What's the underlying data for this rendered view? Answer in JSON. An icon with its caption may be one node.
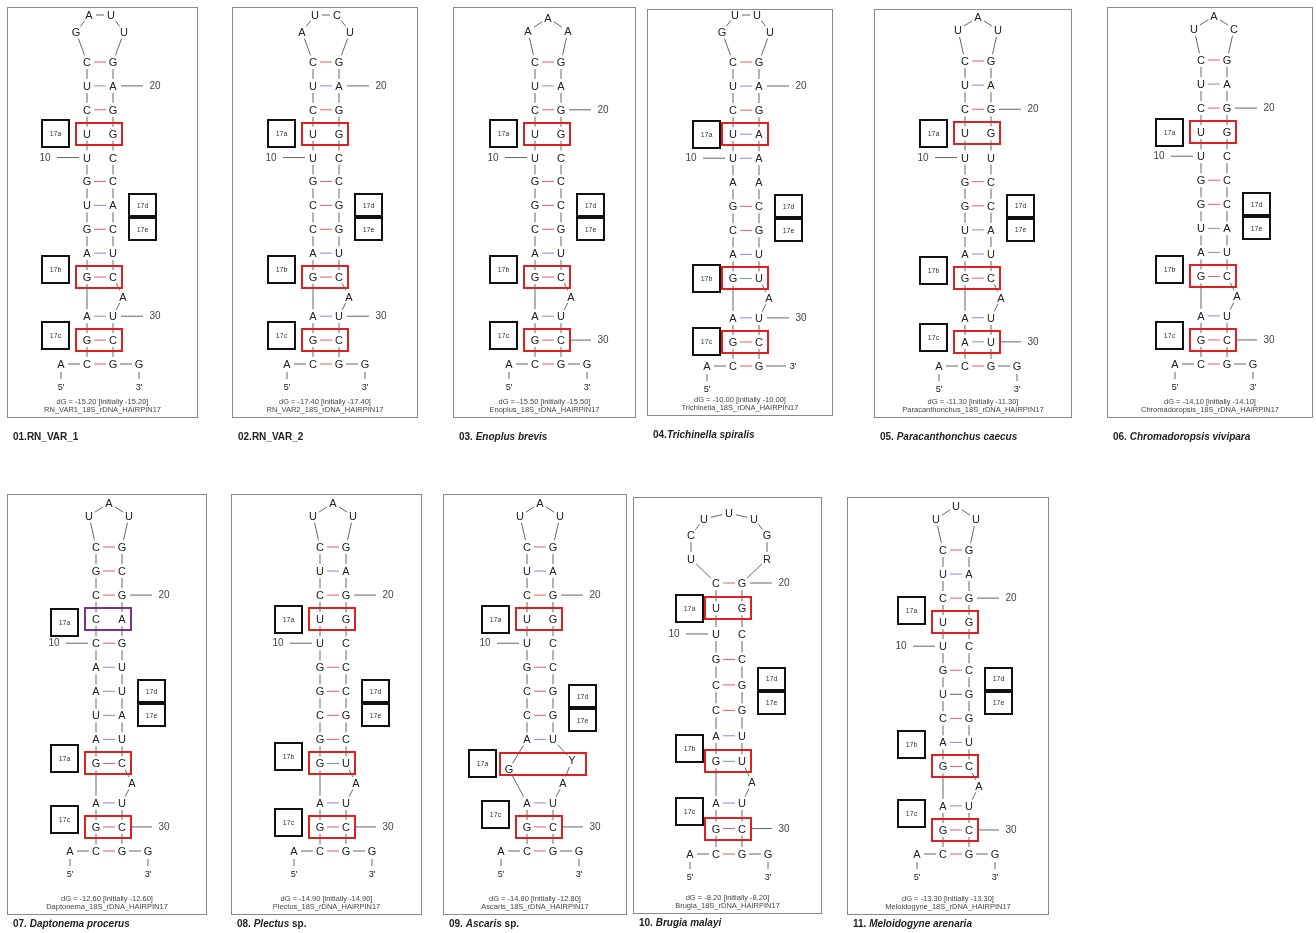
{
  "diagram": {
    "nodes": [
      {
        "text": [
          "dG = -15.20 [initially -15.20] RN_VAR1_18S_rDNA_HAIRPIN17",
          "01.RN_VAR_1"
        ]
      },
      {
        "text": [
          "17a"
        ],
        "in": 0
      },
      {
        "text": [
          "U",
          "G"
        ],
        "in": 0
      },
      {
        "text": [
          "17d"
        ],
        "in": 0
      },
      {
        "text": [
          "17e"
        ],
        "in": 0
      },
      {
        "text": [
          "17b"
        ],
        "in": 0
      },
      {
        "text": [
          "G",
          "C"
        ],
        "in": 0
      },
      {
        "text": [
          "17c"
        ],
        "in": 0
      },
      {
        "text": [
          "G",
          "C"
        ],
        "in": 0
      },
      {
        "text": [
          "dG = -17.40 [initially -17.40] RN_VAR2_18S_rDNA_HAIRPIN17",
          "02.RN_VAR_2"
        ]
      },
      {
        "text": [
          "17a"
        ],
        "in": 9
      },
      {
        "text": [
          "U",
          "G"
        ],
        "in": 9
      },
      {
        "text": [
          "17d"
        ],
        "in": 9
      },
      {
        "text": [
          "17e"
        ],
        "in": 9
      },
      {
        "text": [
          "17b"
        ],
        "in": 9
      },
      {
        "text": [
          "G",
          "C"
        ],
        "in": 9
      },
      {
        "text": [
          "17c"
        ],
        "in": 9
      },
      {
        "text": [
          "G",
          "C"
        ],
        "in": 9
      },
      {
        "text": [
          "dG = -15.50 [initially -15.50] Enoplus_18S_rDNA_HAIRPIN17",
          "03. *Enoplus brevis*"
        ]
      },
      {
        "text": [
          "17a"
        ],
        "in": 18
      },
      {
        "text": [
          "U",
          "G"
        ],
        "in": 18
      },
      {
        "text": [
          "17d"
        ],
        "in": 18
      },
      {
        "text": [
          "17e"
        ],
        "in": 18
      },
      {
        "text": [
          "17b"
        ],
        "in": 18
      },
      {
        "text": [
          "G",
          "C"
        ],
        "in": 18
      },
      {
        "text": [
          "17c"
        ],
        "in": 18
      },
      {
        "text": [
          "G",
          "C"
        ],
        "in": 18
      },
      {
        "text": [
          "dG = -10.00 [initially -10.00] Trichinella_18S_rDNA_HAIRPIN17",
          "04.*Trichinella spiralis*"
        ]
      },
      {
        "text": [
          "17a"
        ],
        "in": 27
      },
      {
        "text": [
          "U",
          "A"
        ],
        "in": 27
      },
      {
        "text": [
          "17d"
        ],
        "in": 27
      },
      {
        "text": [
          "17e"
        ],
        "in": 27
      },
      {
        "text": [
          "17b"
        ],
        "in": 27
      },
      {
        "text": [
          "G",
          "U"
        ],
        "in": 27
      },
      {
        "text": [
          "17c"
        ],
        "in": 27
      },
      {
        "text": [
          "G",
          "C"
        ],
        "in": 27
      },
      {
        "text": [
          "dG = -11.30 [initially -11.30] Paracanthonchus_18S_rDNA_HAIRPIN17",
          "05. *Paracanthonchus caecus*"
        ]
      },
      {
        "text": [
          "17a"
        ],
        "in": 36
      },
      {
        "text": [
          "U",
          "G"
        ],
        "in": 36
      },
      {
        "text": [
          "17d"
        ],
        "in": 36
      },
      {
        "text": [
          "17e"
        ],
        "in": 36
      },
      {
        "text": [
          "17b"
        ],
        "in": 36
      },
      {
        "text": [
          "G",
          "C"
        ],
        "in": 36
      },
      {
        "text": [
          "17c"
        ],
        "in": 36
      },
      {
        "text": [
          "A",
          "U"
        ],
        "in": 36
      },
      {
        "text": [
          "dG = -14.10 [initially -14.10] Chromadoropsis_18S_rDNA_HAIRPIN17",
          "06. *Chromadoropsis vivipara*"
        ]
      },
      {
        "text": [
          "17a"
        ],
        "in": 45
      },
      {
        "text": [
          "U",
          "G"
        ],
        "in": 45
      },
      {
        "text": [
          "17d"
        ],
        "in": 45
      },
      {
        "text": [
          "17e"
        ],
        "in": 45
      },
      {
        "text": [
          "17b"
        ],
        "in": 45
      },
      {
        "text": [
          "G",
          "C"
        ],
        "in": 45
      },
      {
        "text": [
          "17c"
        ],
        "in": 45
      },
      {
        "text": [
          "G",
          "C"
        ],
        "in": 45
      },
      {
        "text": [
          "dG = -12.60 [initially -12.60] Daptonema_18S_rDNA_HAIRPIN17",
          "07. *Daptonema procerus*"
        ]
      },
      {
        "text": [
          "17a"
        ],
        "in": 54
      },
      {
        "text": [
          "C",
          "A"
        ],
        "in": 54
      },
      {
        "text": [
          "17d"
        ],
        "in": 54
      },
      {
        "text": [
          "17e"
        ],
        "in": 54
      },
      {
        "text": [
          "17a"
        ],
        "in": 54
      },
      {
        "text": [
          "G",
          "C"
        ],
        "in": 54
      },
      {
        "text": [
          "17c"
        ],
        "in": 54
      },
      {
        "text": [
          "G",
          "C"
        ],
        "in": 54
      },
      {
        "text": [
          "dG = -14.90 [initially -14.90] Plectus_18S_rDNA_HAIRPIN17",
          "08. *Plectus* sp."
        ]
      },
      {
        "text": [
          "17a"
        ],
        "in": 63
      },
      {
        "text": [
          "U",
          "G"
        ],
        "in": 63
      },
      {
        "text": [
          "17d"
        ],
        "in": 63
      },
      {
        "text": [
          "17e"
        ],
        "in": 63
      },
      {
        "text": [
          "17b"
        ],
        "in": 63
      },
      {
        "text": [
          "G",
          "U"
        ],
        "in": 63
      },
      {
        "text": [
          "17c"
        ],
        "in": 63
      },
      {
        "text": [
          "G",
          "C"
        ],
        "in": 63
      },
      {
        "text": [
          "dG = -14.80 [initially -12.80] Ascaris_18S_rDNA_HAIRPIN17",
          "09. *Ascaris* sp."
        ]
      },
      {
        "text": [
          "17a"
        ],
        "in": 72
      },
      {
        "text": [
          "U",
          "G"
        ],
        "in": 72
      },
      {
        "text": [
          "17d"
        ],
        "in": 72
      },
      {
        "text": [
          "17e"
        ],
        "in": 72
      },
      {
        "text": [
          "17a"
        ],
        "in": 72
      },
      {
        "text": [
          "G",
          "Y"
        ],
        "in": 72
      },
      {
        "text": [
          "17c"
        ],
        "in": 72
      },
      {
        "text": [
          "G",
          "C"
        ],
        "in": 72
      },
      {
        "text": [
          "dG = -8.20 [initially -8.20] Brugia_18S_rDNA_HAIRPIN17",
          "10. *Brugia malayi*"
        ]
      },
      {
        "text": [
          "17a"
        ],
        "in": 81
      },
      {
        "text": [
          "U",
          "G"
        ],
        "in": 81
      },
      {
        "text": [
          "17d"
        ],
        "in": 81
      },
      {
        "text": [
          "17e"
        ],
        "in": 81
      },
      {
        "text": [
          "17b"
        ],
        "in": 81
      },
      {
        "text": [
          "G",
          "U"
        ],
        "in": 81
      },
      {
        "text": [
          "17c"
        ],
        "in": 81
      },
      {
        "text": [
          "G",
          "C"
        ],
        "in": 81
      },
      {
        "text": [
          "dG = -13.30 [initially -13.30] Meloidogyne_18S_rDNA_HAIRPIN17",
          "11. *Meloidogyne arenaria*"
        ]
      },
      {
        "text": [
          "17a"
        ],
        "in": 90
      },
      {
        "text": [
          "U",
          "G"
        ],
        "in": 90
      },
      {
        "text": [
          "17d"
        ],
        "in": 90
      },
      {
        "text": [
          "17e"
        ],
        "in": 90
      },
      {
        "text": [
          "17b"
        ],
        "in": 90
      },
      {
        "text": [
          "G",
          "C"
        ],
        "in": 90
      },
      {
        "text": [
          "17c"
        ],
        "in": 90
      },
      {
        "text": [
          "G",
          "C"
        ],
        "in": 90
      }
    ],
    "labels": [
      "A",
      "U",
      "G",
      "U",
      "C",
      "G",
      "U",
      "A",
      "20",
      "C",
      "G",
      "10",
      "U",
      "C",
      "G",
      "C",
      "U",
      "A",
      "G",
      "C",
      "A",
      "U",
      "A",
      "A",
      "U",
      "30",
      "A",
      "C",
      "G",
      "G",
      "5'",
      "3'",
      "U",
      "C",
      "A",
      "U",
      "C",
      "G",
      "U",
      "A",
      "20",
      "C",
      "G",
      "10",
      "U",
      "C",
      "G",
      "C",
      "C",
      "G",
      "C",
      "G",
      "A",
      "U",
      "A",
      "A",
      "U",
      "30",
      "A",
      "C",
      "G",
      "G",
      "5'",
      "3'",
      "A",
      "A",
      "A",
      "C",
      "G",
      "U",
      "A",
      "C",
      "G",
      "20",
      "10",
      "U",
      "C",
      "G",
      "C",
      "G",
      "C",
      "C",
      "G",
      "A",
      "U",
      "A",
      "A",
      "U",
      "30",
      "A",
      "C",
      "G",
      "G",
      "5'",
      "3'",
      "U",
      "U",
      "G",
      "U",
      "C",
      "G",
      "U",
      "A",
      "20",
      "C",
      "G",
      "10",
      "U",
      "A",
      "A",
      "A",
      "G",
      "C",
      "C",
      "G",
      "A",
      "U",
      "A",
      "A",
      "U",
      "30",
      "A",
      "C",
      "G",
      "3'",
      "5'",
      "A",
      "U",
      "U",
      "C",
      "G",
      "U",
      "A",
      "C",
      "G",
      "20",
      "10",
      "U",
      "U",
      "G",
      "C",
      "G",
      "C",
      "U",
      "A",
      "A",
      "U",
      "A",
      "A",
      "U",
      "30",
      "A",
      "C",
      "G",
      "G",
      "5'",
      "3'",
      "A",
      "U",
      "C",
      "C",
      "G",
      "U",
      "A",
      "C",
      "G",
      "20",
      "10",
      "U",
      "C",
      "G",
      "C",
      "G",
      "C",
      "U",
      "A",
      "A",
      "U",
      "A",
      "A",
      "U",
      "30",
      "A",
      "C",
      "G",
      "G",
      "5'",
      "3'",
      "A",
      "U",
      "U",
      "C",
      "G",
      "G",
      "C",
      "C",
      "G",
      "20",
      "10",
      "C",
      "G",
      "A",
      "U",
      "A",
      "U",
      "U",
      "A",
      "A",
      "U",
      "A",
      "A",
      "U",
      "30",
      "A",
      "C",
      "G",
      "G",
      "5'",
      "3'",
      "A",
      "U",
      "U",
      "C",
      "G",
      "U",
      "A",
      "C",
      "G",
      "20",
      "10",
      "U",
      "C",
      "G",
      "C",
      "G",
      "C",
      "C",
      "G",
      "G",
      "C",
      "A",
      "A",
      "U",
      "30",
      "A",
      "C",
      "G",
      "G",
      "5'",
      "3'",
      "A",
      "U",
      "U",
      "C",
      "G",
      "U",
      "A",
      "C",
      "G",
      "20",
      "10",
      "U",
      "C",
      "G",
      "C",
      "C",
      "G",
      "C",
      "G",
      "A",
      "U",
      "A",
      "A",
      "U",
      "30",
      "A",
      "C",
      "G",
      "G",
      "5'",
      "3'",
      "U",
      "U",
      "U",
      "C",
      "G",
      "U",
      "R",
      "C",
      "G",
      "20",
      "10",
      "U",
      "C",
      "G",
      "C",
      "C",
      "G",
      "C",
      "G",
      "A",
      "U",
      "A",
      "A",
      "U",
      "30",
      "A",
      "C",
      "G",
      "G",
      "5'",
      "3'",
      "U",
      "U",
      "U",
      "C",
      "G",
      "U",
      "A",
      "C",
      "G",
      "20",
      "10",
      "U",
      "C",
      "G",
      "C",
      "U",
      "G",
      "C",
      "G",
      "A",
      "U",
      "A",
      "A",
      "U",
      "30",
      "A",
      "C",
      "G",
      "G",
      "5'",
      "3'"
    ]
  }
}
